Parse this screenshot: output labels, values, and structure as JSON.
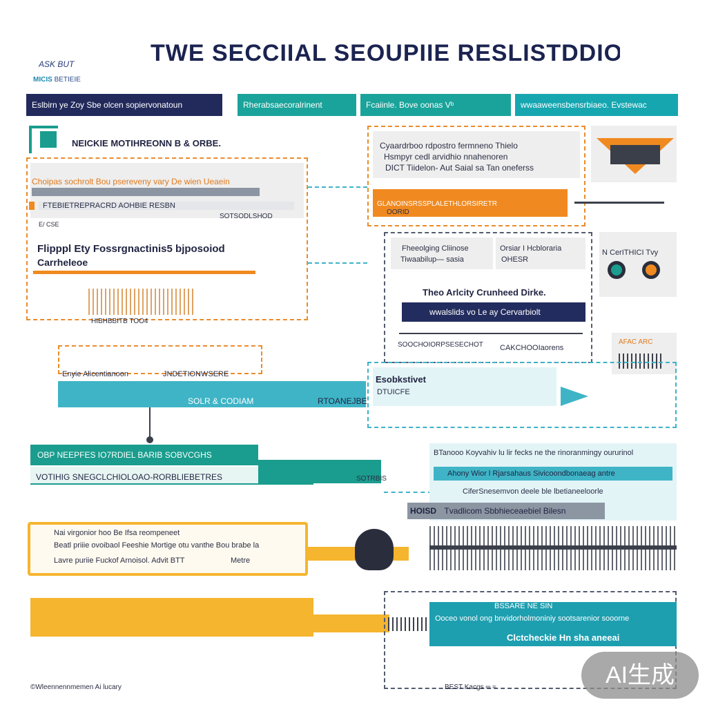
{
  "header": {
    "title": "TWE SECCIIAL SEOUPIIE RESLISTDDIONS",
    "logo_text": "ASK BUT",
    "logo_sub_a": "MICIS",
    "logo_sub_b": "BETIEIE"
  },
  "banner": {
    "a": "Eslbirn ye Zoy Sbe olcen sopiervonatoun",
    "b": "Rherabsaecoralrinent",
    "c": "Fcaiinle. Bove oonas Vᵇ",
    "d": "wwaaweensbensrbiaeo. Evstewac"
  },
  "left_panel": {
    "heading": "NEICKIE MOTIHREONN B & ORBE.",
    "orange_text": "Choipas sochrolt Bou psereveny vary De wien Ueaein",
    "row_text": "FTEBIETREPRACRD AOHBIE RESBN",
    "small_text": "SOTSODLSHOD",
    "mini_label": "E/ CSE",
    "big_title": "Flipppl Ety Fossrgnactinis5 bjposoiod",
    "subtitle": "Carrheleoe",
    "hatch_caption": "HIBHBBITB TOO4"
  },
  "mid_band": {
    "left": "Enyie Alicentianoon",
    "center": "JNDETIONWSERE",
    "bottom": "SOLR & CODIAM",
    "right": "RTOANEJBEN"
  },
  "right_top": {
    "line1": "Cyaardrboo rdpostro fermneno Thielo",
    "line2": "Hsmpyr cedl arvidhio nnahenoren",
    "line3": "DICT Tiidelon- Aut Saial sa Tan oneferss",
    "orange_caption": "GLANOINSRSSPLALETHLORSIRETR",
    "gray_caption": "OORID"
  },
  "right_mid": {
    "box_a_line1": "Fheeolging Cliinose",
    "box_a_line2": "Tiwaabilup— sasia",
    "box_b_line1": "Orsiar I Hcbloraria",
    "box_b_line2": "OHESR",
    "side_label": "N CerITHICI Tvy",
    "heading": "Theo Arlcity Crunheed Dirke.",
    "navy_bar": "wwalslids vo Le ay Cervarbiolt",
    "caption_left": "SOOCHOIORPSESECHOT",
    "caption_right": "CAKCHOOIaorens",
    "teal_label_a": "Esobkstivet",
    "teal_label_b": "DTUICFE",
    "mini_right": "AFAC ARC"
  },
  "lower_left": {
    "teal_line1": "OBP NEEPFES   IO7RDIEL BARIB SOBVCGHS",
    "teal_line2": "VOTIHIG SNEGCLCHIOLOAO-RORBLIEBETRES",
    "connector_label": "SOTRBIS"
  },
  "lower_right": {
    "line1": "BTanooo Koyvahiv lu lir fecks ne the rinoranmingy oururinol",
    "line2": "Ahony Wior l Rjarsahaus Sivicoondbonaeag antre",
    "line3": "CiferSnesemvon deele ble lbetianeeloorle",
    "footer_a": "HOISD",
    "footer_b": "Tvadlicom Sbbhieceaebiel Bilesn"
  },
  "orange_box": {
    "line1": "Nai virgonior hoo Be Ifsa reompeneet",
    "line2": "Beatl priiie ovoibaol Feeshie Mortige otu vanthe Bou brabe la",
    "line3": "Lavre puriie Fuckof Arnoisol. Advit BTT",
    "line4": "Metre"
  },
  "bottom_right": {
    "line1": "Ooceo vonol  ong  bnvidorholmoniniy sootsarenior sooorne",
    "line2": "Clctcheckie Hn sha aneeai",
    "top_label": "BSSARE NE SIN"
  },
  "footer": {
    "left": "©Wleennennmemen Ai lucary",
    "right": "BEST Kacgs ∞ ≈"
  },
  "watermark": "AI生成",
  "colors": {
    "navy": "#232c5e",
    "teal": "#1a9d8e",
    "cyan": "#3fb4c6",
    "orange": "#f08a20",
    "yellow": "#f5b52e"
  }
}
